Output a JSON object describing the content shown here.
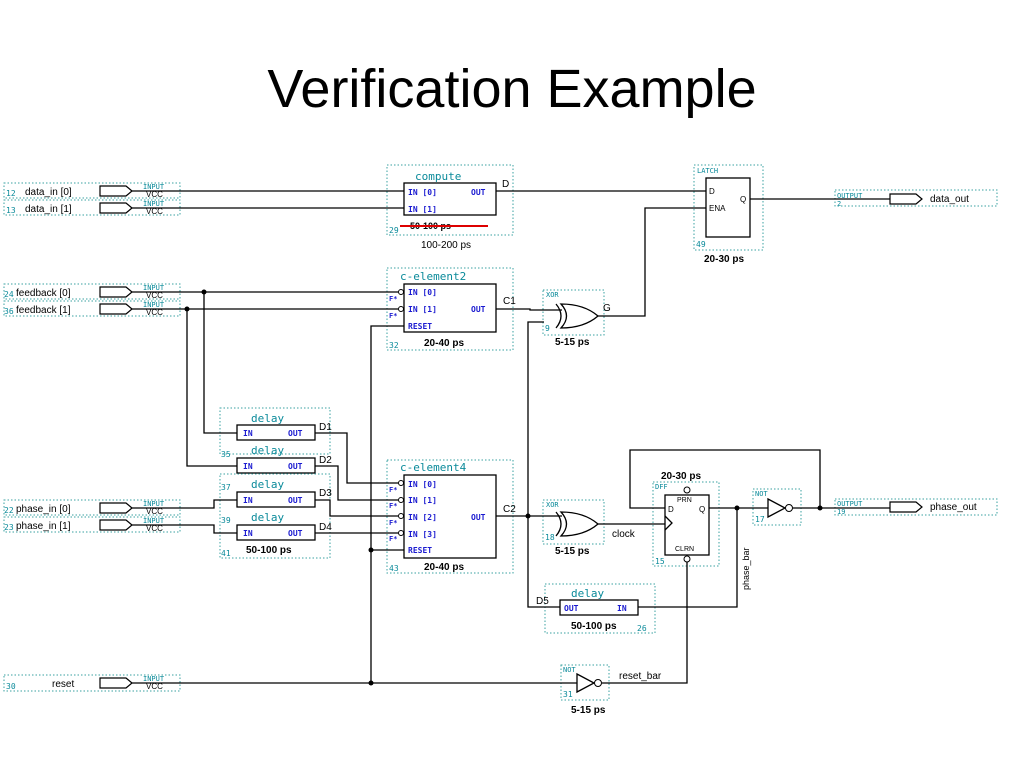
{
  "title": "Verification Example",
  "colors": {
    "wire": "#000000",
    "frame": "#3aa1a1",
    "header": "#0a8a9a",
    "pin": "#1a1ad0",
    "strike": "#dd0000"
  },
  "inputs": {
    "data_in0": {
      "num": "12",
      "name": "data_in [0]"
    },
    "data_in1": {
      "num": "13",
      "name": "data_in [1]"
    },
    "feedback0": {
      "num": "24",
      "name": "feedback [0]"
    },
    "feedback1": {
      "num": "36",
      "name": "feedback [1]"
    },
    "phase_in0": {
      "num": "22",
      "name": "phase_in [0]"
    },
    "phase_in1": {
      "num": "23",
      "name": "phase_in [1]"
    },
    "reset": {
      "num": "30",
      "name": "reset"
    },
    "kind": "INPUT",
    "vcc": "VCC"
  },
  "outputs": {
    "data_out": {
      "num": "2",
      "name": "data_out"
    },
    "phase_out": {
      "num": "19",
      "name": "phase_out"
    },
    "kind": "OUTPUT"
  },
  "blocks": {
    "compute": {
      "title": "compute",
      "in0": "IN [0]",
      "in1": "IN [1]",
      "out": "OUT",
      "num": "29",
      "struck": "50-100 ps",
      "timing": "100-200 ps"
    },
    "latch": {
      "title": "LATCH",
      "d": "D",
      "ena": "ENA",
      "q": "Q",
      "num": "49",
      "timing": "20-30 ps"
    },
    "celement2": {
      "title": "c-element2",
      "in0": "IN [0]",
      "in1": "IN [1]",
      "out": "OUT",
      "reset": "RESET",
      "fstar": "F*",
      "num": "32",
      "timing": "20-40 ps"
    },
    "xor1": {
      "title": "XOR",
      "num": "9",
      "timing": "5-15 ps"
    },
    "delays": {
      "title": "delay",
      "in": "IN",
      "out": "OUT",
      "num1": "35",
      "num2": "37",
      "num3": "39",
      "num4": "41",
      "timing": "50-100 ps"
    },
    "celement4": {
      "title": "c-element4",
      "in0": "IN [0]",
      "in1": "IN [1]",
      "in2": "IN [2]",
      "in3": "IN [3]",
      "out": "OUT",
      "reset": "RESET",
      "fstar": "F*",
      "num": "43",
      "timing": "20-40 ps"
    },
    "xor2": {
      "title": "XOR",
      "num": "18",
      "timing": "5-15 ps"
    },
    "dff": {
      "title": "DFF",
      "prn": "PRN",
      "clrn": "CLRN",
      "d": "D",
      "q": "Q",
      "num": "15",
      "timing": "20-30 ps"
    },
    "not1": {
      "title": "NOT",
      "num": "17"
    },
    "delay5": {
      "title": "delay",
      "out": "OUT",
      "in": "IN",
      "num": "26",
      "timing": "50-100 ps"
    },
    "not2": {
      "title": "NOT",
      "num": "31",
      "timing": "5-15 ps"
    }
  },
  "signals": {
    "D": "D",
    "C1": "C1",
    "G": "G",
    "D1": "D1",
    "D2": "D2",
    "D3": "D3",
    "D4": "D4",
    "C2": "C2",
    "clock": "clock",
    "D5": "D5",
    "phase_bar": "phase_bar",
    "reset_bar": "reset_bar"
  }
}
